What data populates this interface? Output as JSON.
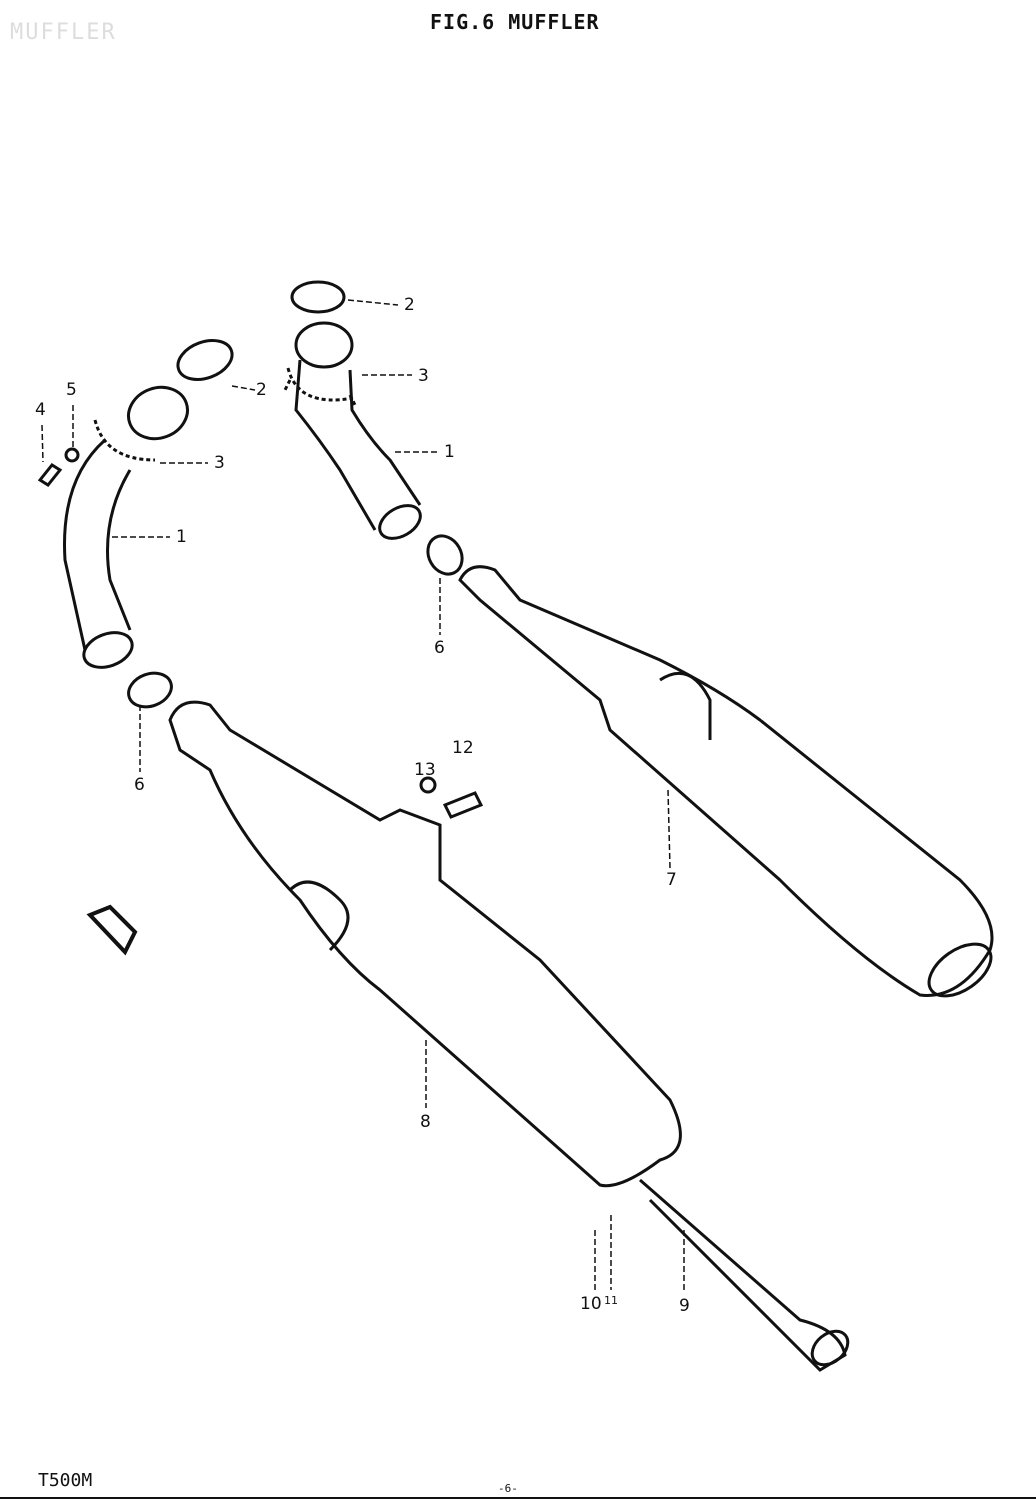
{
  "title": "FIG.6  MUFFLER",
  "ghost_text": "MUFFLER",
  "model": "T500M",
  "page_number": "-6-",
  "callouts": {
    "r2": "2",
    "r3": "3",
    "r1": "1",
    "r6": "6",
    "r7": "7",
    "l2": "2",
    "l3": "3",
    "l1": "1",
    "l4": "4",
    "l5": "5",
    "l6": "6",
    "p13": "13",
    "p12": "12",
    "p8": "8",
    "p10": "10",
    "p11": "11",
    "p9": "9"
  }
}
